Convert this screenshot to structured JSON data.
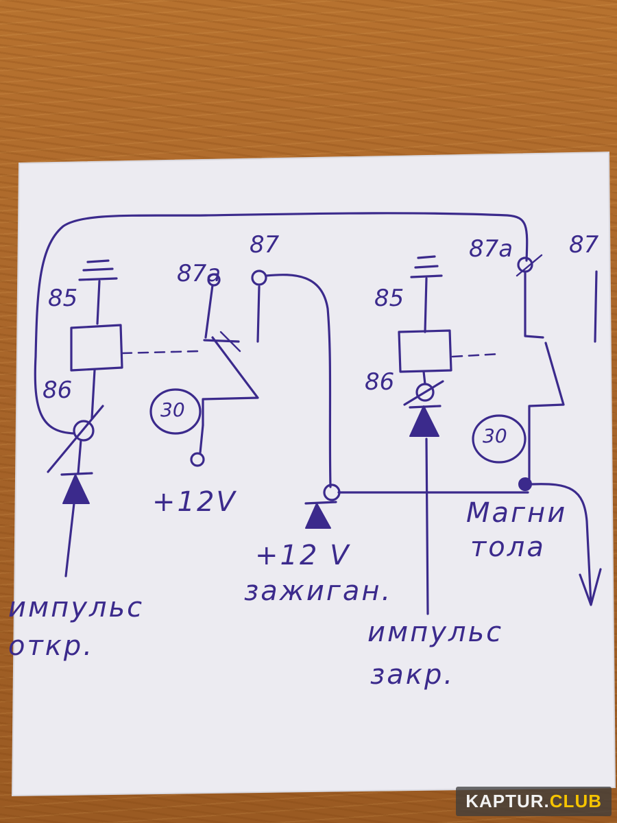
{
  "colors": {
    "ink": "#3b2a8c",
    "paper": "#ecebf1",
    "table": "#a8652a",
    "watermark_accent": "#f5c400"
  },
  "relay_left": {
    "pin_85": "85",
    "pin_86": "86",
    "pin_87a": "87a",
    "pin_87": "87",
    "pin_30": "30"
  },
  "relay_right": {
    "pin_85": "85",
    "pin_86": "86",
    "pin_87a": "87a",
    "pin_87": "87",
    "pin_30": "30"
  },
  "labels": {
    "plus12_left": "+12V",
    "plus12_ign": "+12 V",
    "ignition": "зажиган.",
    "magnitola_1": "Магни",
    "magnitola_2": "тола",
    "impulse_open_1": "импульс",
    "impulse_open_2": "откр.",
    "impulse_close_1": "импульс",
    "impulse_close_2": "закр."
  },
  "watermark": {
    "part1": "KAPTUR.",
    "part2": "CLUB"
  },
  "icons": [
    "ground-symbol",
    "relay-coil",
    "diode",
    "junction-dot",
    "output-arrow"
  ]
}
